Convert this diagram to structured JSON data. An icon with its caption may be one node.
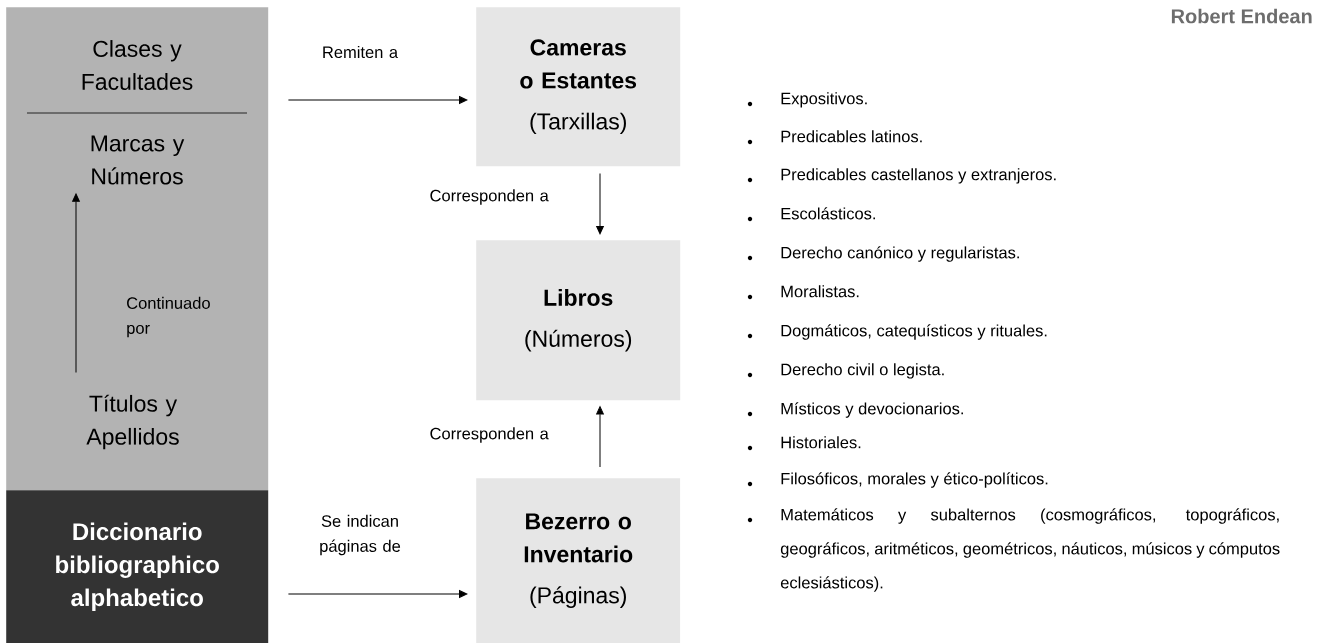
{
  "diagram": {
    "nodes": [
      {
        "text": [],
        "shape": "bar"
      },
      {
        "text": [
          "Clases y Facultades"
        ],
        "in": 0
      },
      {
        "text": [
          "Marcas y Números"
        ],
        "in": 0
      },
      {
        "text": [
          "Títulos y Apellidos"
        ],
        "in": 0
      },
      {
        "text": [
          "Diccionario bibliographico alphabetico"
        ]
      },
      {
        "text": [
          "Cameras o Estantes",
          "(Tarxillas)"
        ]
      },
      {
        "text": [
          "Libros",
          "(Números)"
        ]
      },
      {
        "text": [
          "Bezerro o Inventario",
          "(Páginas)"
        ]
      }
    ],
    "edges": [
      {
        "from": 0,
        "to": 5,
        "arrow": "to",
        "label": "Remiten a"
      },
      {
        "from": 5,
        "to": 6,
        "arrow": "to",
        "label": "Corresponden a"
      },
      {
        "from": 3,
        "to": 2,
        "arrow": "to",
        "label": "Continuado por"
      },
      {
        "from": 7,
        "to": 6,
        "arrow": "to",
        "label": "Corresponden a"
      },
      {
        "from": 4,
        "to": 7,
        "arrow": "to",
        "label": "Se indican páginas de"
      }
    ],
    "labels": [
      "Robert Endean",
      "Expositivos.",
      "Predicables latinos.",
      "Predicables castellanos y extranjeros.",
      "Escolásticos.",
      "Derecho canónico y regularistas.",
      "Moralistas.",
      "Dogmáticos, catequísticos y rituales.",
      "Derecho civil o legista.",
      "Místicos y devocionarios.",
      "Historiales.",
      "Filosóficos, morales y ético-políticos.",
      "Matemáticos y subalternos (cosmográficos, topográficos, geográficos, aritméticos, geométricos, náuticos, músicos y cómputos eclesiásticos)."
    ]
  }
}
